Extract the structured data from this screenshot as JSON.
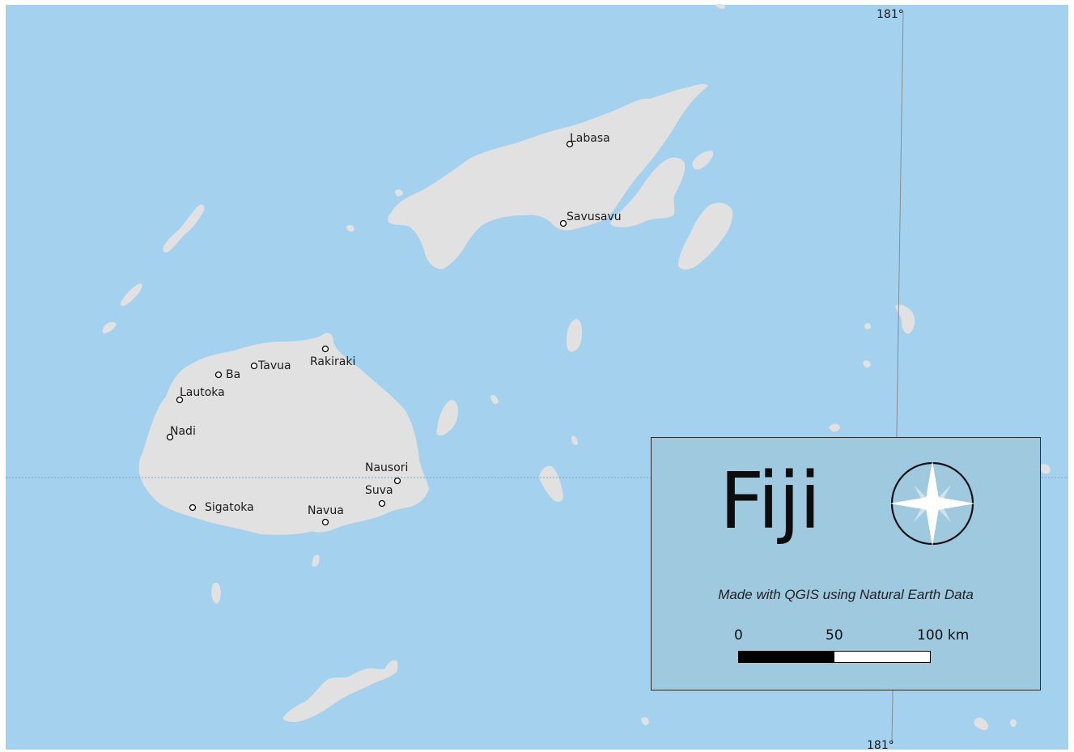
{
  "map": {
    "colors": {
      "water": "#a3d1ee",
      "land": "#e1e1e1",
      "frame": "#ffffff",
      "graticule": "#8c8c8c",
      "equator_dash": "#7ea3bd",
      "legend_bg": "#9fc9df"
    },
    "graticule_label_top": "181°",
    "graticule_label_bottom": "181°",
    "cities": [
      {
        "id": "labasa",
        "name": "Labasa"
      },
      {
        "id": "savusavu",
        "name": "Savusavu"
      },
      {
        "id": "rakiraki",
        "name": "Rakiraki"
      },
      {
        "id": "tavua",
        "name": "Tavua"
      },
      {
        "id": "ba",
        "name": "Ba"
      },
      {
        "id": "lautoka",
        "name": "Lautoka"
      },
      {
        "id": "nadi",
        "name": "Nadi"
      },
      {
        "id": "nausori",
        "name": "Nausori"
      },
      {
        "id": "suva",
        "name": "Suva"
      },
      {
        "id": "sigatoka",
        "name": "Sigatoka"
      },
      {
        "id": "navua",
        "name": "Navua"
      }
    ]
  },
  "legend": {
    "title": "Fiji",
    "credit": "Made with QGIS using Natural Earth Data",
    "compass_icon": "compass-rose-icon",
    "scale": {
      "labels": [
        "0",
        "50",
        "100 km"
      ],
      "values_km": [
        0,
        50,
        100
      ]
    }
  }
}
